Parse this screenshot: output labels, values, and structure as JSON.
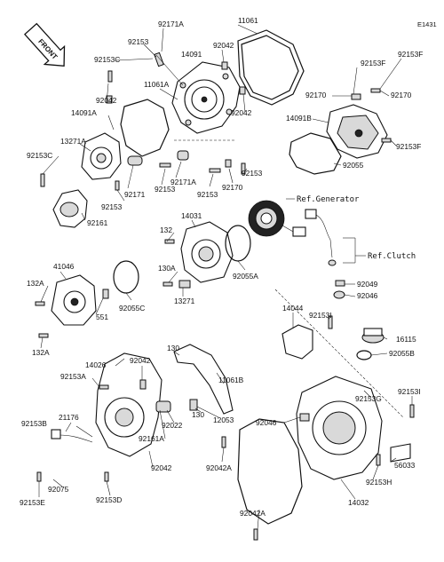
{
  "diagram": {
    "code": "E1431",
    "direction_label": "FRONT",
    "refs": {
      "generator": "Ref.Generator",
      "clutch": "Ref.Clutch"
    },
    "labels": {
      "l92171A_top": "92171A",
      "l11061_top": "11061",
      "l92153_top": "92153",
      "l14091": "14091",
      "l92042_top": "92042",
      "l92153C_a": "92153C",
      "l11061A": "11061A",
      "l92042_b": "92042",
      "l14091A": "14091A",
      "l13271A": "13271A",
      "l92153C_b": "92153C",
      "l92042_c": "92042",
      "l92153F_tl": "92153F",
      "l92153F_tr": "92153F",
      "l92170_l": "92170",
      "l92170_r": "92170",
      "l14091B": "14091B",
      "l92153F_b": "92153F",
      "l92055": "92055",
      "l92171": "92171",
      "l92171A_mid": "92171A",
      "l92153_m1": "92153",
      "l92153_m2": "92153",
      "l92170_m": "92170",
      "l92153_m3": "92153",
      "l92153_m4": "92153",
      "l92161": "92161",
      "l14031": "14031",
      "l132_a": "132",
      "l130A": "130A",
      "l92055A": "92055A",
      "l13271": "13271",
      "l92049": "92049",
      "l92046_r": "92046",
      "l41046": "41046",
      "l132A_a": "132A",
      "l551": "551",
      "l92055C": "92055C",
      "l132A_b": "132A",
      "l14044": "14044",
      "l92153I_a": "92153I",
      "l16115": "16115",
      "l92055B": "92055B",
      "l130_a": "130",
      "l14026": "14026",
      "l92042_d": "92042",
      "l92153A": "92153A",
      "l11061B": "11061B",
      "l130_b": "130",
      "l12053": "12053",
      "l92153G": "92153G",
      "l92153I_b": "92153I",
      "l92022": "92022",
      "l21176": "21176",
      "l92153B": "92153B",
      "l92161A": "92161A",
      "l92046_b": "92046",
      "l92042_e": "92042",
      "l92042A_a": "92042A",
      "l56033": "56033",
      "l92075": "92075",
      "l92153D": "92153D",
      "l92153E": "92153E",
      "l92153H": "92153H",
      "l14032": "14032",
      "l92042A_b": "92042A"
    }
  }
}
